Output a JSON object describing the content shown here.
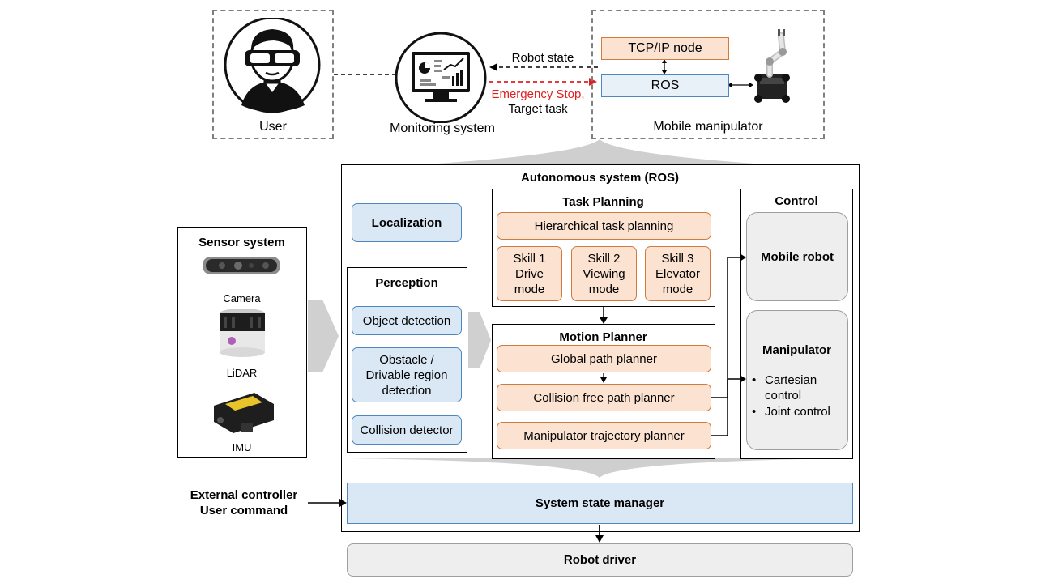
{
  "top": {
    "user_label": "User",
    "monitoring_label": "Monitoring system",
    "mobile_manipulator_label": "Mobile manipulator",
    "tcpip_label": "TCP/IP node",
    "ros_label": "ROS",
    "robot_state_label": "Robot state",
    "emergency_label": "Emergency Stop,",
    "target_task_label": "Target task"
  },
  "sensor": {
    "title": "Sensor system",
    "items": [
      "Camera",
      "LiDAR",
      "IMU"
    ]
  },
  "autonomous": {
    "title": "Autonomous system (ROS)",
    "localization": "Localization",
    "perception": {
      "title": "Perception",
      "items": [
        "Object detection",
        "Obstacle / Drivable region detection",
        "Collision detector"
      ]
    },
    "task_planning": {
      "title": "Task Planning",
      "hierarchical": "Hierarchical task planning",
      "skills": [
        {
          "line1": "Skill 1",
          "line2": "Drive",
          "line3": "mode"
        },
        {
          "line1": "Skill 2",
          "line2": "Viewing",
          "line3": "mode"
        },
        {
          "line1": "Skill 3",
          "line2": "Elevator",
          "line3": "mode"
        }
      ]
    },
    "motion_planner": {
      "title": "Motion Planner",
      "items": [
        "Global path planner",
        "Collision free path planner",
        "Manipulator trajectory planner"
      ]
    },
    "control": {
      "title": "Control",
      "mobile_robot": "Mobile robot",
      "manipulator": "Manipulator",
      "bullets": [
        "Cartesian control",
        "Joint control"
      ]
    },
    "system_state_manager": "System state manager"
  },
  "external": {
    "line1": "External controller",
    "line2": "User command"
  },
  "robot_driver": "Robot driver",
  "colors": {
    "blue_fill": "#dae8f5",
    "blue_border": "#4e86c0",
    "orange_fill": "#fbe2d1",
    "orange_border": "#d07a3e",
    "grey_fill": "#eeeeee",
    "emergency_red": "#e02020",
    "dash_grey": "#7f7f7f"
  },
  "icons": [
    "user-vr-headset-icon",
    "monitor-dashboard-icon",
    "robot-arm-icon",
    "camera-sensor-icon",
    "lidar-sensor-icon",
    "imu-sensor-icon"
  ]
}
